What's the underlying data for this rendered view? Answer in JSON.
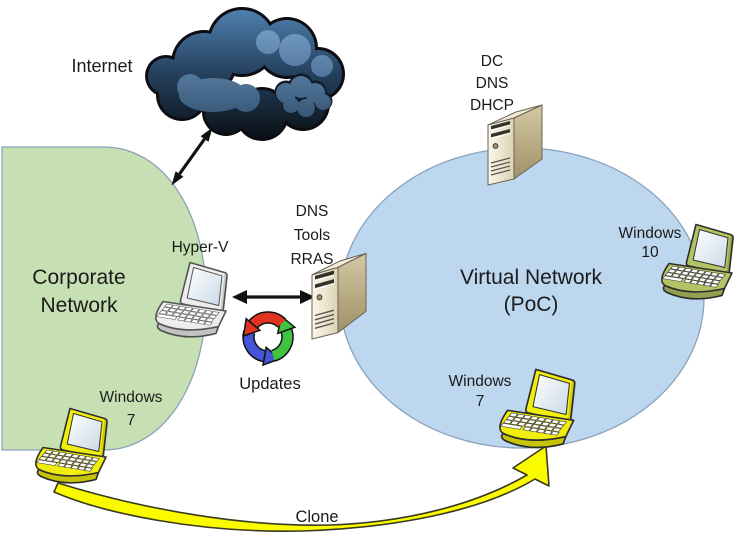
{
  "labels": {
    "internet": "Internet",
    "corporate": [
      "Corporate",
      "Network"
    ],
    "virtual": [
      "Virtual Network",
      "(PoC)"
    ],
    "hyperv": "Hyper-V",
    "mid_server": [
      "DNS",
      "Tools",
      "RRAS"
    ],
    "top_server": [
      "DC",
      "DNS",
      "DHCP"
    ],
    "win10": [
      "Windows",
      "10"
    ],
    "win7_corp": [
      "Windows",
      "7"
    ],
    "win7_poc": [
      "Windows",
      "7"
    ],
    "updates": "Updates",
    "clone": "Clone"
  },
  "colors": {
    "corporate_fill": "#c6e0b4",
    "virtual_fill": "#bdd7ee",
    "zone_stroke": "#8aa2bc",
    "laptop_yellow": "#f2ee0c",
    "laptop_green": "#b2c463",
    "laptop_white": "#ededed",
    "clone_yellow": "#fbfb00",
    "updates_red": "#e23322",
    "updates_blue": "#4553d6",
    "updates_green": "#3fc43f",
    "arrow_black": "#111111"
  }
}
